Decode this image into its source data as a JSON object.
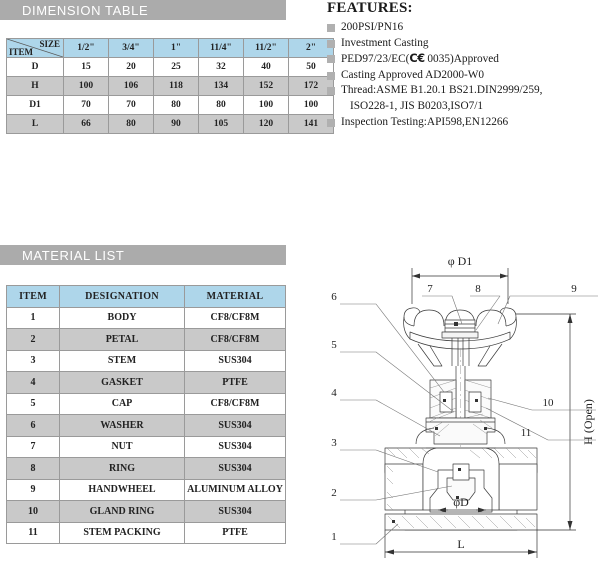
{
  "sections": {
    "dimension_title": "DIMENSION TABLE",
    "material_title": "MATERIAL LIST"
  },
  "dimension_table": {
    "corner": {
      "size_label": "SIZE",
      "item_label": "ITEM"
    },
    "sizes": [
      "1/2\"",
      "3/4\"",
      "1\"",
      "11/4\"",
      "11/2\"",
      "2\""
    ],
    "rows": [
      {
        "item": "D",
        "values": [
          "15",
          "20",
          "25",
          "32",
          "40",
          "50"
        ]
      },
      {
        "item": "H",
        "values": [
          "100",
          "106",
          "118",
          "134",
          "152",
          "172"
        ]
      },
      {
        "item": "D1",
        "values": [
          "70",
          "70",
          "80",
          "80",
          "100",
          "100"
        ]
      },
      {
        "item": "L",
        "values": [
          "66",
          "80",
          "90",
          "105",
          "120",
          "141"
        ]
      }
    ]
  },
  "material_table": {
    "headers": [
      "ITEM",
      "DESIGNATION",
      "MATERIAL"
    ],
    "rows": [
      {
        "item": "1",
        "designation": "BODY",
        "material": "CF8/CF8M"
      },
      {
        "item": "2",
        "designation": "PETAL",
        "material": "CF8/CF8M"
      },
      {
        "item": "3",
        "designation": "STEM",
        "material": "SUS304"
      },
      {
        "item": "4",
        "designation": "GASKET",
        "material": "PTFE"
      },
      {
        "item": "5",
        "designation": "CAP",
        "material": "CF8/CF8M"
      },
      {
        "item": "6",
        "designation": "WASHER",
        "material": "SUS304"
      },
      {
        "item": "7",
        "designation": "NUT",
        "material": "SUS304"
      },
      {
        "item": "8",
        "designation": "RING",
        "material": "SUS304"
      },
      {
        "item": "9",
        "designation": "HANDWHEEL",
        "material": "ALUMINUM ALLOY"
      },
      {
        "item": "10",
        "designation": "GLAND RING",
        "material": "SUS304"
      },
      {
        "item": "11",
        "designation": "STEM PACKING",
        "material": "PTFE"
      }
    ]
  },
  "features": {
    "title": "FEATURES:",
    "items": [
      {
        "text": "200PSI/PN16"
      },
      {
        "text": "Investment Casting"
      },
      {
        "pre": "PED97/23/EC(",
        "ce": "C€",
        "post": " 0035)Approved"
      },
      {
        "text": "Casting Approved AD2000-W0"
      },
      {
        "text": "Thread:ASME B1.20.1 BS21.DIN2999/259,",
        "cont": "ISO228-1, JIS B0203,ISO7/1"
      },
      {
        "text": "Inspection Testing:API598,EN12266"
      }
    ]
  },
  "drawing": {
    "dimensions": {
      "phi_d1": "φ D1",
      "phi_d": "φD",
      "length": "L",
      "height": "H (Open)"
    },
    "callouts": [
      "1",
      "2",
      "3",
      "4",
      "5",
      "6",
      "7",
      "8",
      "9",
      "10",
      "11"
    ]
  },
  "colors": {
    "bar_gray": "#ababab",
    "header_blue": "#aed6ea",
    "row_gray": "#c9c9c9",
    "bullet_gray": "#b0b0b0"
  }
}
